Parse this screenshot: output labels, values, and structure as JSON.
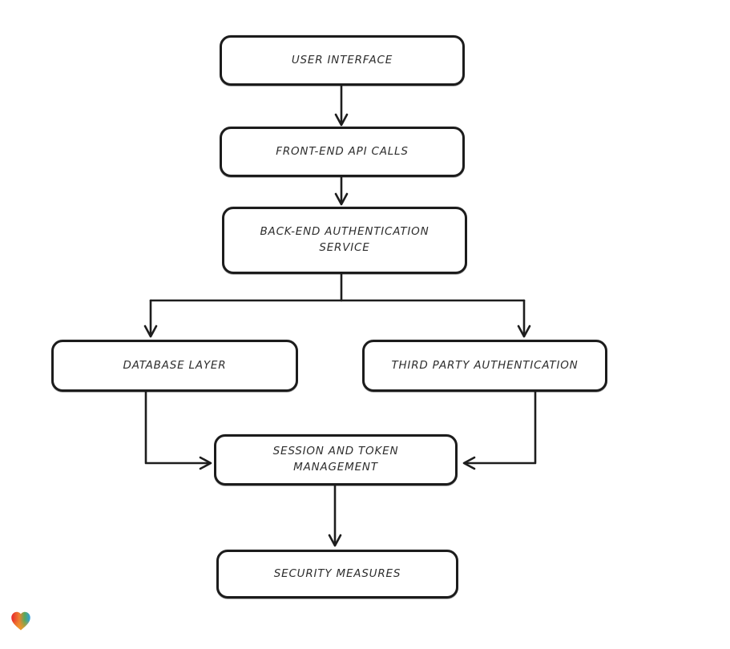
{
  "diagram": {
    "background_color": "#ffffff",
    "stroke_color": "#1d1d1d",
    "text_color": "#2e2e2e",
    "nodes": [
      {
        "id": "user-interface",
        "label": "USER INTERFACE"
      },
      {
        "id": "front-end-api-calls",
        "label": "FRONT-END API CALLS"
      },
      {
        "id": "back-end-authentication-service",
        "label": "BACK-END AUTHENTICATION SERVICE"
      },
      {
        "id": "database-layer",
        "label": "DATABASE LAYER"
      },
      {
        "id": "third-party-authentication",
        "label": "THIRD PARTY AUTHENTICATION"
      },
      {
        "id": "session-and-token-management",
        "label": "SESSION AND TOKEN MANAGEMENT"
      },
      {
        "id": "security-measures",
        "label": "SECURITY MEASURES"
      }
    ],
    "edges": [
      {
        "from": "user-interface",
        "to": "front-end-api-calls"
      },
      {
        "from": "front-end-api-calls",
        "to": "back-end-authentication-service"
      },
      {
        "from": "back-end-authentication-service",
        "to": "database-layer"
      },
      {
        "from": "back-end-authentication-service",
        "to": "third-party-authentication"
      },
      {
        "from": "database-layer",
        "to": "session-and-token-management"
      },
      {
        "from": "third-party-authentication",
        "to": "session-and-token-management"
      },
      {
        "from": "session-and-token-management",
        "to": "security-measures"
      }
    ],
    "logo": {
      "icon": "heart-icon",
      "colors": [
        "#e8272d",
        "#2f9fe0",
        "#f09b2a",
        "#58a95a"
      ]
    }
  }
}
